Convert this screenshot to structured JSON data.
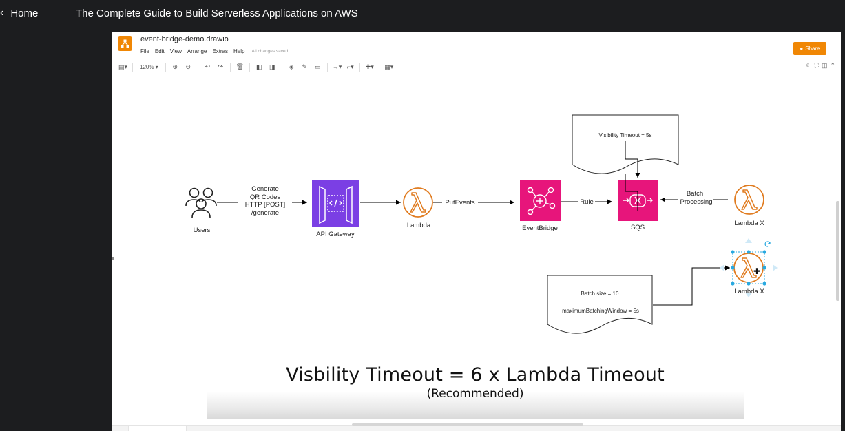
{
  "topbar": {
    "home_label": "Home",
    "course_title": "The Complete Guide to Build Serverless Applications on AWS"
  },
  "app": {
    "filename": "event-bridge-demo.drawio",
    "menus": [
      "File",
      "Edit",
      "View",
      "Arrange",
      "Extras",
      "Help"
    ],
    "saved_status": "All changes saved",
    "share_label": "Share",
    "zoom": "120%",
    "brand_color": "#f08705"
  },
  "diagram": {
    "users_label": "Users",
    "request_label_1": "Generate",
    "request_label_2": "QR Codes",
    "request_label_3": "HTTP [POST]",
    "request_label_4": "/generate",
    "api_gateway_label": "API Gateway",
    "lambda_label": "Lambda",
    "putevents_label": "PutEvents",
    "eventbridge_label": "EventBridge",
    "rule_label": "Rule",
    "sqs_label": "SQS",
    "batch_label_1": "Batch",
    "batch_label_2": "Processing",
    "lambda_x_label": "Lambda X",
    "lambda_x2_label": "Lambda X",
    "visibility_note": "Visibility Timeout = 5s",
    "batch_size_note": "Batch size = 10",
    "batching_window_note": "maximumBatchingWindow = 5s",
    "colors": {
      "api_gateway": "#7b3fe4",
      "lambda": "#e07b1f",
      "eventbridge": "#e7157b",
      "sqs": "#e7157b",
      "selection": "#29a9e0"
    }
  },
  "caption": {
    "main": "Visbility Timeout = 6 x Lambda Timeout",
    "sub": "(Recommended)"
  }
}
